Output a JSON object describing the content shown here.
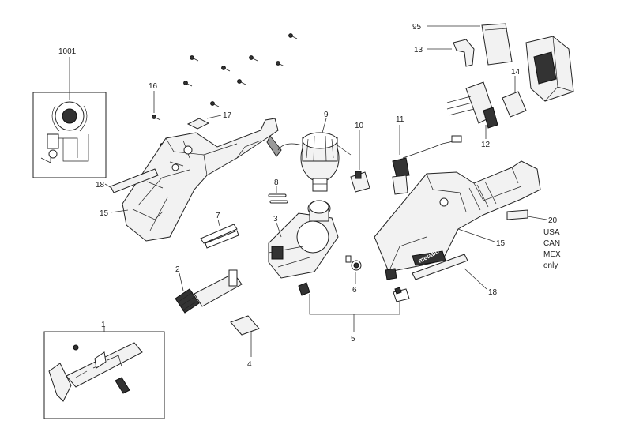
{
  "callouts": {
    "c1001": "1001",
    "c95": "95",
    "c13": "13",
    "c14": "14",
    "c16": "16",
    "c17": "17",
    "c9": "9",
    "c10": "10",
    "c11": "11",
    "c12": "12",
    "c18a": "18",
    "c18b": "18",
    "c15a": "15",
    "c15b": "15",
    "c8": "8",
    "c7": "7",
    "c3": "3",
    "c20": "20",
    "c2": "2",
    "c6": "6",
    "c1": "1",
    "c5": "5",
    "c4": "4"
  },
  "region_note": [
    "USA",
    "CAN",
    "MEX",
    "only"
  ],
  "housing_brand": "metabo"
}
